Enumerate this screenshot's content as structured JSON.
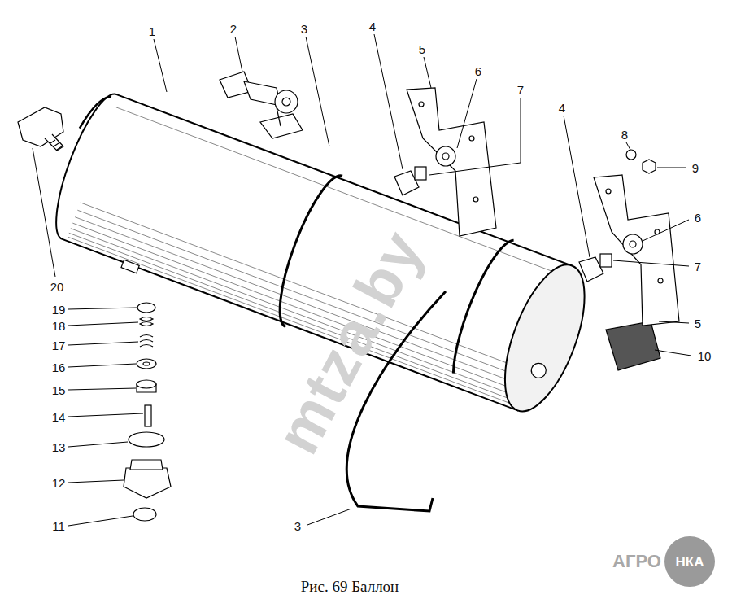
{
  "diagram": {
    "caption": "Рис. 69 Баллон",
    "labels": [
      "1",
      "2",
      "3",
      "4",
      "5",
      "6",
      "7",
      "4",
      "8",
      "9",
      "6",
      "7",
      "5",
      "10",
      "3",
      "20",
      "19",
      "18",
      "17",
      "16",
      "15",
      "14",
      "13",
      "12",
      "11",
      "mtza.by",
      "АГРО",
      "НКА"
    ]
  }
}
